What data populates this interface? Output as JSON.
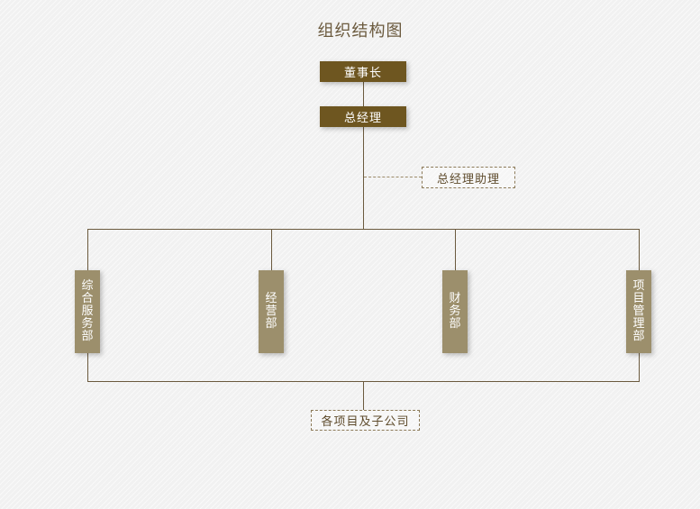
{
  "diagram": {
    "title": "组织结构图",
    "chairman": "董事长",
    "general_manager": "总经理",
    "assistant": "总经理助理",
    "departments": [
      "综合服务部",
      "经营部",
      "财务部",
      "项目管理部"
    ],
    "subsidiaries": "各项目及子公司"
  },
  "colors": {
    "dark_box": "#6e5620",
    "dept_box": "#9c8f6c",
    "line": "#6b5a3e",
    "title_text": "#6b5a3e"
  }
}
